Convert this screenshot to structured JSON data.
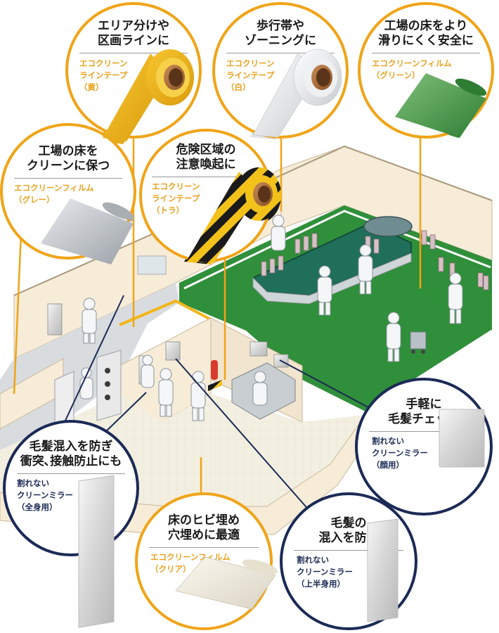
{
  "callouts": {
    "yellow_tape": {
      "heading": [
        "エリア分けや",
        "区画ラインに"
      ],
      "product": [
        "エコクリーン",
        "ラインテープ",
        "（黄）"
      ]
    },
    "white_tape": {
      "heading": [
        "歩行帯や",
        "ゾーニングに"
      ],
      "product": [
        "エコクリーン",
        "ラインテープ",
        "（白）"
      ]
    },
    "green_film": {
      "heading": [
        "工場の床をより",
        "滑りにくく安全に"
      ],
      "product": [
        "エコクリーンフィルム",
        "（グリーン）"
      ]
    },
    "grey_film": {
      "heading": [
        "工場の床を",
        "クリーンに保つ"
      ],
      "product": [
        "エコクリーンフィルム",
        "（グレー）"
      ]
    },
    "tiger_tape": {
      "heading": [
        "危険区域の",
        "注意喚起に"
      ],
      "product": [
        "エコクリーン",
        "ラインテープ",
        "（トラ）"
      ]
    },
    "face_mirror": {
      "heading": [
        "手軽に",
        "毛髪チェック"
      ],
      "product": [
        "割れない",
        "クリーンミラー",
        "（顔用）"
      ]
    },
    "full_mirror": {
      "heading": [
        "毛髪混入を防ぎ",
        "衝突､接触防止にも"
      ],
      "product": [
        "割れない",
        "クリーンミラー",
        "（全身用）"
      ]
    },
    "clear_film": {
      "heading": [
        "床のヒビ埋め",
        "穴埋めに最適"
      ],
      "product": [
        "エコクリーンフィルム",
        "（クリア）"
      ]
    },
    "half_mirror": {
      "heading": [
        "毛髪の",
        "混入を防ぐ"
      ],
      "product": [
        "割れない",
        "クリーンミラー",
        "（上半身用）"
      ]
    }
  },
  "colors": {
    "orange_ring": "#f0a417",
    "navy_ring": "#1b2a55",
    "floor_green": "#2f8f3a",
    "wall_cream": "#f6ecd8",
    "tape_yellow": "#f2b619"
  }
}
